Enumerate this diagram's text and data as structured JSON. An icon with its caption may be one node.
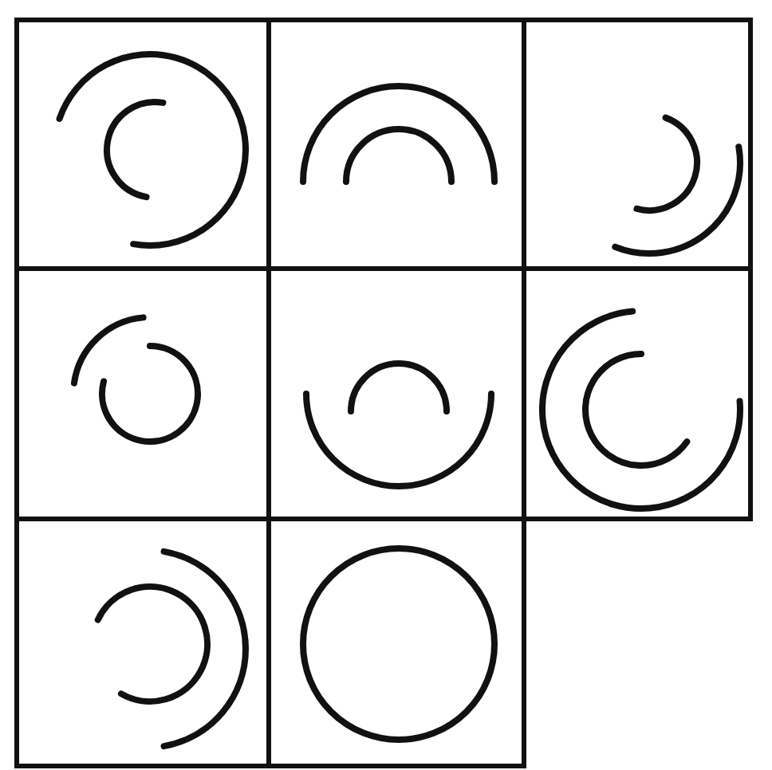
{
  "diagram": {
    "nodes": [
      {
        "text": [],
        "shape": "picture"
      },
      {
        "text": [],
        "shape": "picture"
      },
      {
        "text": [],
        "shape": "picture"
      },
      {
        "text": [],
        "shape": "picture"
      },
      {
        "text": [],
        "shape": "picture"
      },
      {
        "text": [],
        "shape": "picture"
      },
      {
        "text": [],
        "shape": "picture"
      },
      {
        "text": [],
        "shape": "picture"
      }
    ]
  }
}
